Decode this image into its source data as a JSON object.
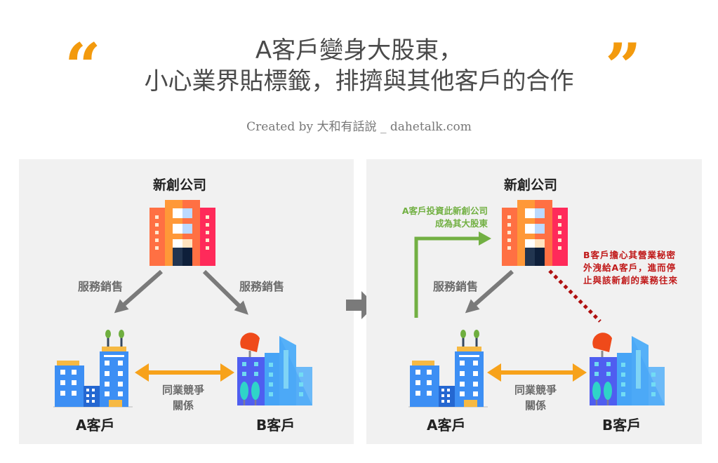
{
  "header": {
    "title_line1": "A客戶變身大股東，",
    "title_line2": "小心業界貼標籤，排擠與其他客戶的合作",
    "open_quote": "“",
    "close_quote": "”",
    "credit": "Created by 大和有話說 _ dahetalk.com",
    "quote_color": "#f39a0d"
  },
  "left_panel": {
    "startup_label": "新創公司",
    "edge_left_label": "服務銷售",
    "edge_right_label": "服務銷售",
    "competition_line1": "同業競爭",
    "competition_line2": "關係",
    "client_a_label": "A客戶",
    "client_b_label": "B客戶"
  },
  "transition_icon": "right-arrow-icon",
  "right_panel": {
    "startup_label": "新創公司",
    "edge_left_label": "服務銷售",
    "investment_note_line1": "A客戶投資此新創公司",
    "investment_note_line2": "成為其大股東",
    "concern_note_line1": "B客戶擔心其營業秘密",
    "concern_note_line2": "外洩給A客戶，進而停",
    "concern_note_line3": "止與該新創的業務往來",
    "competition_line1": "同業競爭",
    "competition_line2": "關係",
    "client_a_label": "A客戶",
    "client_b_label": "B客戶"
  },
  "colors": {
    "panel_bg": "#f1f1f1",
    "gray_arrow": "#7a7a7a",
    "orange_arrow": "#f7a21b",
    "green_arrow": "#72b043",
    "red_dotted": "#b01010"
  }
}
